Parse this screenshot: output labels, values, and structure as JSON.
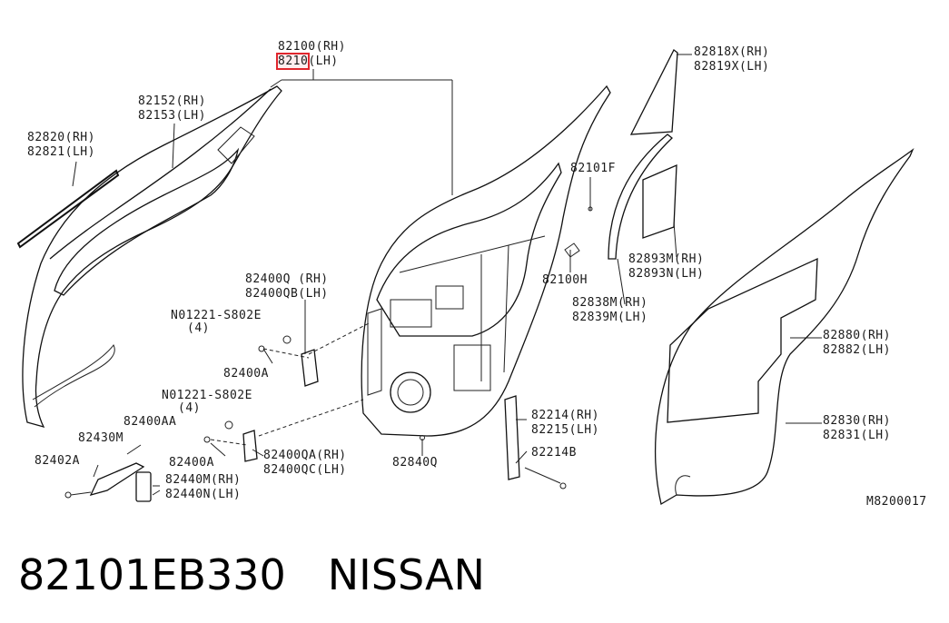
{
  "diagram": {
    "labels": {
      "door_panel_rh": "82100(RH)",
      "door_panel_lh_code": "8210",
      "door_panel_lh_suffix": "(LH)",
      "sash_seal_rh": "82152(RH)",
      "sash_seal_lh": "82153(LH)",
      "outer_molding_rh": "82820(RH)",
      "outer_molding_lh": "82821(LH)",
      "glass_rh": "82818X(RH)",
      "glass_lh": "82819X(LH)",
      "clip_f": "82101F",
      "plug_h": "82100H",
      "partition_rh": "82893M(RH)",
      "partition_lh": "82893N(LH)",
      "channel_rh": "82838M(RH)",
      "channel_lh": "82839M(LH)",
      "screen_rh": "82880(RH)",
      "screen_lh": "82882(LH)",
      "weatherstrip_rh": "82830(RH)",
      "weatherstrip_lh": "82831(LH)",
      "hinge_upper_rh": "82400Q (RH)",
      "hinge_upper_lh": "82400QB(LH)",
      "nut_1": "N01221-S802E",
      "nut_1_qty": "(4)",
      "bolt_a1": "82400A",
      "nut_2": "N01221-S802E",
      "nut_2_qty": "(4)",
      "bolt_aa": "82400AA",
      "check_link": "82430M",
      "bolt_a2": "82400A",
      "hinge_lower_rh": "82400QA(RH)",
      "hinge_lower_lh": "82400QC(LH)",
      "bolt_b": "82402A",
      "cap_rh": "82440M(RH)",
      "cap_lh": "82440N(LH)",
      "plug_q": "82840Q",
      "guide_rh": "82214(RH)",
      "guide_lh": "82215(LH)",
      "guide_bolt": "82214B",
      "figure_code": "M8200017"
    }
  },
  "caption": {
    "part_number": "82101EB330",
    "brand": "NISSAN"
  }
}
